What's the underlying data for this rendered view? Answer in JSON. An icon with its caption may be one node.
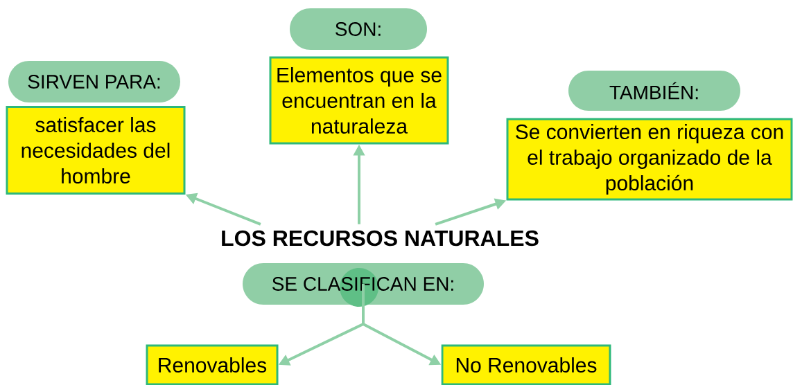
{
  "diagram": {
    "nodes": [
      {
        "text": [
          "SIRVEN PARA:"
        ]
      },
      {
        "text": [
          "satisfacer las necesidades del hombre"
        ]
      },
      {
        "text": [
          "SON:"
        ]
      },
      {
        "text": [
          "Elementos que se encuentran en la naturaleza"
        ]
      },
      {
        "text": [
          "TAMBIÉN:"
        ]
      },
      {
        "text": [
          "Se convierten en riqueza con el trabajo organizado de la población"
        ]
      },
      {
        "text": [
          "LOS RECURSOS NATURALES"
        ]
      },
      {
        "text": [
          "SE CLASIFICAN EN:"
        ]
      },
      {
        "text": [
          "Renovables"
        ]
      },
      {
        "text": [
          "No Renovables"
        ]
      }
    ],
    "edges": [
      {
        "from": 6,
        "to": 1,
        "arrow": "to"
      },
      {
        "from": 6,
        "to": 3,
        "arrow": "to"
      },
      {
        "from": 6,
        "to": 5,
        "arrow": "to"
      },
      {
        "from": 7,
        "to": 8,
        "arrow": "to"
      },
      {
        "from": 7,
        "to": 9,
        "arrow": "to"
      }
    ]
  }
}
